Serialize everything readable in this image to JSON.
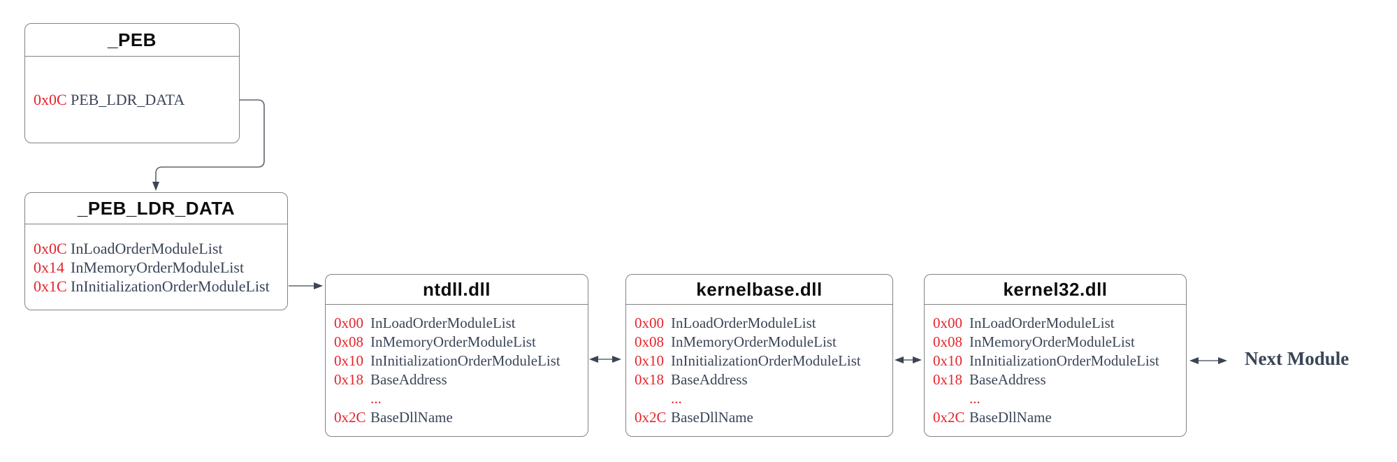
{
  "peb": {
    "title": "_PEB",
    "fields": [
      {
        "offset": "0x0C",
        "name": "PEB_LDR_DATA"
      }
    ]
  },
  "peb_ldr_data": {
    "title": "_PEB_LDR_DATA",
    "fields": [
      {
        "offset": "0x0C",
        "name": "InLoadOrderModuleList"
      },
      {
        "offset": "0x14",
        "name": "InMemoryOrderModuleList"
      },
      {
        "offset": "0x1C",
        "name": "InInitializationOrderModuleList"
      }
    ]
  },
  "modules": [
    {
      "title": "ntdll.dll",
      "fields": [
        {
          "offset": "0x00",
          "name": "InLoadOrderModuleList"
        },
        {
          "offset": "0x08",
          "name": "InMemoryOrderModuleList"
        },
        {
          "offset": "0x10",
          "name": "InInitializationOrderModuleList"
        },
        {
          "offset": "0x18",
          "name": "BaseAddress"
        },
        {
          "offset": "",
          "name": "..."
        },
        {
          "offset": "0x2C",
          "name": "BaseDllName"
        }
      ]
    },
    {
      "title": "kernelbase.dll",
      "fields": [
        {
          "offset": "0x00",
          "name": "InLoadOrderModuleList"
        },
        {
          "offset": "0x08",
          "name": "InMemoryOrderModuleList"
        },
        {
          "offset": "0x10",
          "name": "InInitializationOrderModuleList"
        },
        {
          "offset": "0x18",
          "name": "BaseAddress"
        },
        {
          "offset": "",
          "name": "..."
        },
        {
          "offset": "0x2C",
          "name": "BaseDllName"
        }
      ]
    },
    {
      "title": "kernel32.dll",
      "fields": [
        {
          "offset": "0x00",
          "name": "InLoadOrderModuleList"
        },
        {
          "offset": "0x08",
          "name": "InMemoryOrderModuleList"
        },
        {
          "offset": "0x10",
          "name": "InInitializationOrderModuleList"
        },
        {
          "offset": "0x18",
          "name": "BaseAddress"
        },
        {
          "offset": "",
          "name": "..."
        },
        {
          "offset": "0x2C",
          "name": "BaseDllName"
        }
      ]
    }
  ],
  "next_module": {
    "label": "Next Module"
  },
  "colors": {
    "offset_text": "#e5232b",
    "field_text": "#3a4557",
    "title_text": "#0c0c0c",
    "box_border": "#828282",
    "arrow_line": "#5f6670",
    "arrow_head": "#3d4553",
    "background": "#ffffff"
  }
}
